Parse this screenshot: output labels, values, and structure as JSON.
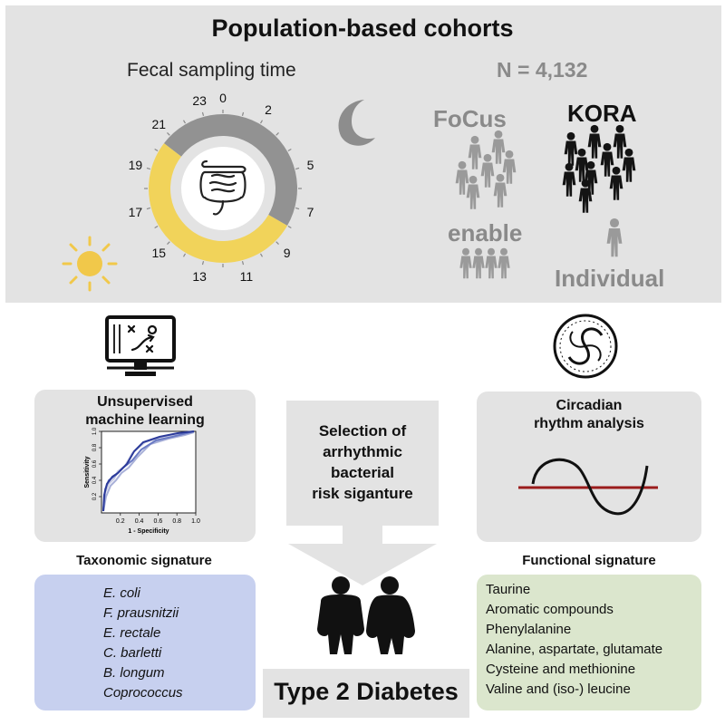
{
  "header": {
    "title": "Population-based cohorts",
    "sampling_label": "Fecal sampling time",
    "n_label": "N = 4,132"
  },
  "clock": {
    "hours": [
      "0",
      "2",
      "5",
      "7",
      "9",
      "11",
      "13",
      "15",
      "17",
      "19",
      "21",
      "23"
    ],
    "colors": {
      "day": "#f1d35a",
      "night": "#929292"
    }
  },
  "cohorts": {
    "focus": "FoCus",
    "kora": "KORA",
    "enable": "enable",
    "individual": "Individual"
  },
  "left_box": {
    "title_line1": "Unsupervised",
    "title_line2": "machine learning",
    "y_axis_label": "Sensitivity",
    "x_axis_label": "1 - Specificity",
    "x_ticks": [
      "0.2",
      "0.4",
      "0.6",
      "0.8",
      "1.0"
    ],
    "y_ticks": [
      "0.2",
      "0.4",
      "0.6",
      "0.8",
      "1.0"
    ]
  },
  "center_box": {
    "line1": "Selection of",
    "line2": "arrhythmic",
    "line3": "bacterial",
    "line4": "risk siganture"
  },
  "right_box": {
    "title_line1": "Circadian",
    "title_line2": "rhythm analysis"
  },
  "taxonomic": {
    "heading": "Taxonomic signature",
    "items": [
      "E. coli",
      "F. prausnitzii",
      "E. rectale",
      "C. barletti",
      "B. longum",
      "Coprococcus"
    ],
    "color": "#c7d0ef"
  },
  "functional": {
    "heading": "Functional signature",
    "items": [
      "Taurine",
      "Aromatic compounds",
      "Phenylalanine",
      "Alanine, aspartate, glutamate",
      "Cysteine and methionine",
      "Valine and (iso-) leucine"
    ],
    "color": "#dbe6cd"
  },
  "outcome": {
    "label": "Type 2 Diabetes"
  }
}
